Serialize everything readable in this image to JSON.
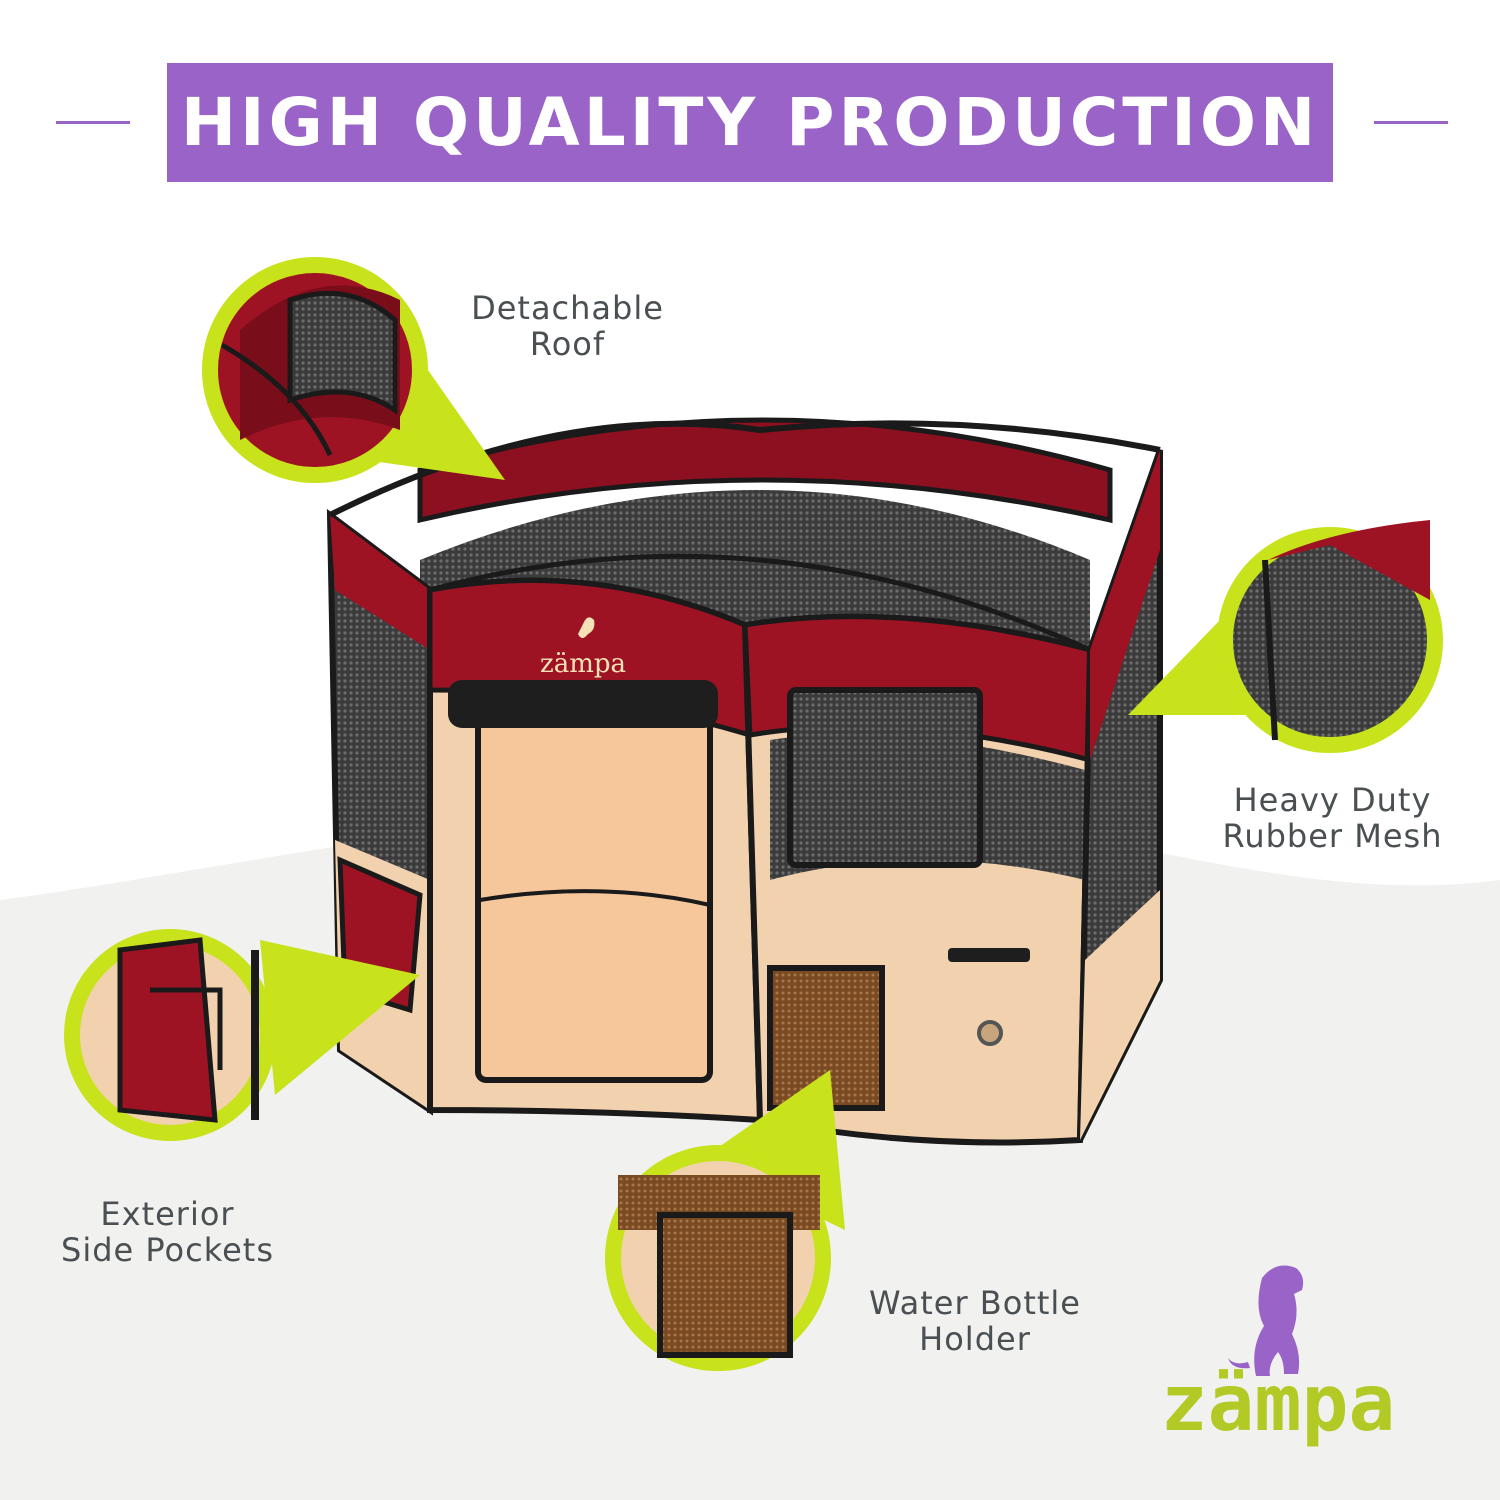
{
  "banner": {
    "title": "HIGH QUALITY PRODUCTION"
  },
  "callouts": {
    "roof": {
      "line1": "Detachable",
      "line2": "Roof"
    },
    "mesh": {
      "line1": "Heavy Duty",
      "line2": "Rubber Mesh"
    },
    "pockets": {
      "line1": "Exterior",
      "line2": "Side Pockets"
    },
    "bottle": {
      "line1": "Water Bottle",
      "line2": "Holder"
    }
  },
  "product": {
    "brand_print": "zämpa"
  },
  "logo": {
    "text": "zämpa"
  },
  "colors": {
    "banner": "#9a63c8",
    "callout_ring": "#c8e21b",
    "label_text": "#4a4f52",
    "fabric_red": "#9e1324",
    "fabric_beige": "#f2d2ae",
    "logo_green": "#b3c925",
    "logo_dog_purple": "#9a63c8"
  },
  "icons": [
    "dog-silhouette-icon"
  ]
}
